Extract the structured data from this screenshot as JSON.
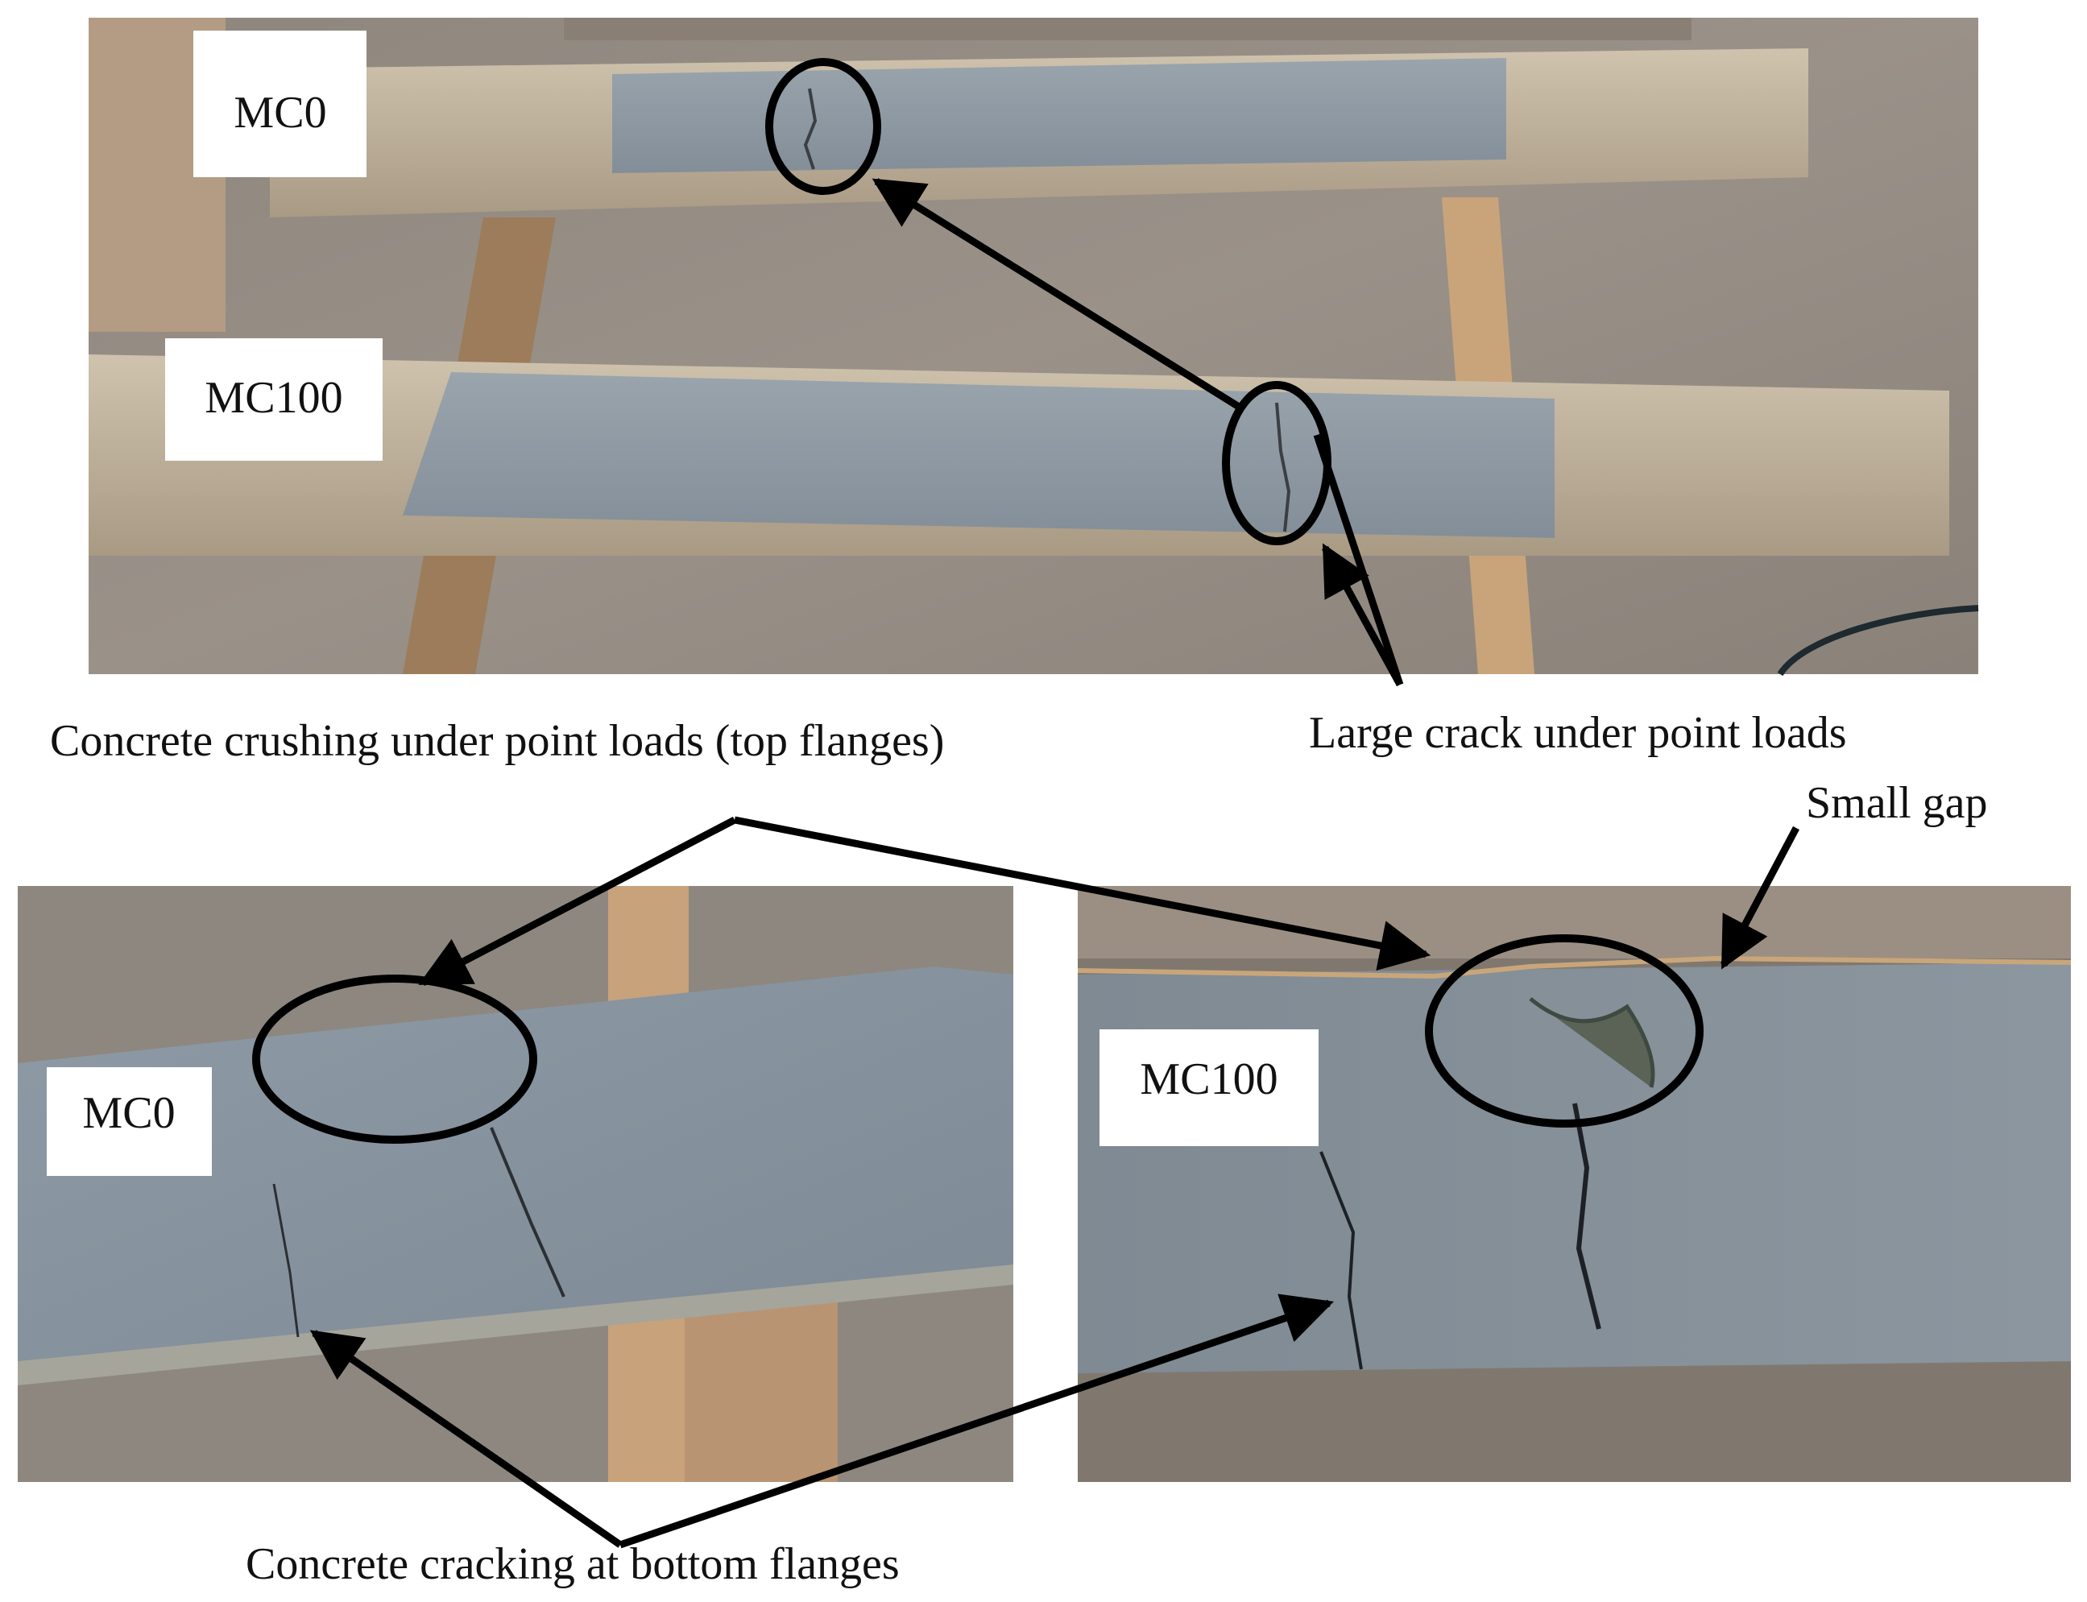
{
  "labels": {
    "top_beam_upper": "MC0",
    "top_beam_lower": "MC100",
    "bottom_left": "MC0",
    "bottom_right": "MC100"
  },
  "annotations": {
    "crushing": "Concrete crushing under point loads (top flanges)",
    "large_crack": "Large crack under point loads",
    "small_gap": "Small gap",
    "bottom_cracking": "Concrete cracking at bottom flanges"
  }
}
